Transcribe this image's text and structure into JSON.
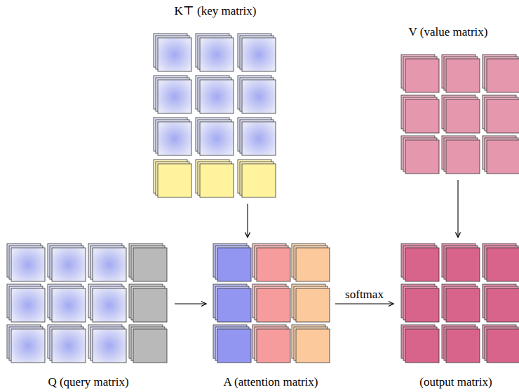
{
  "diagram": {
    "nodes": [
      {
        "text": [
          "K⊤ (key matrix)"
        ]
      },
      {
        "text": [
          "V (value matrix)"
        ]
      },
      {
        "text": [
          "Q (query matrix)"
        ]
      },
      {
        "text": [
          "A (attention matrix)"
        ]
      },
      {
        "text": [
          "(output matrix)"
        ]
      }
    ],
    "edges": [
      {
        "from": 0,
        "to": 3,
        "arrow": "to"
      },
      {
        "from": 1,
        "to": 4,
        "arrow": "to"
      },
      {
        "from": 2,
        "to": 3,
        "arrow": "to"
      },
      {
        "from": 3,
        "to": 4,
        "label": "softmax",
        "arrow": "to"
      }
    ]
  }
}
